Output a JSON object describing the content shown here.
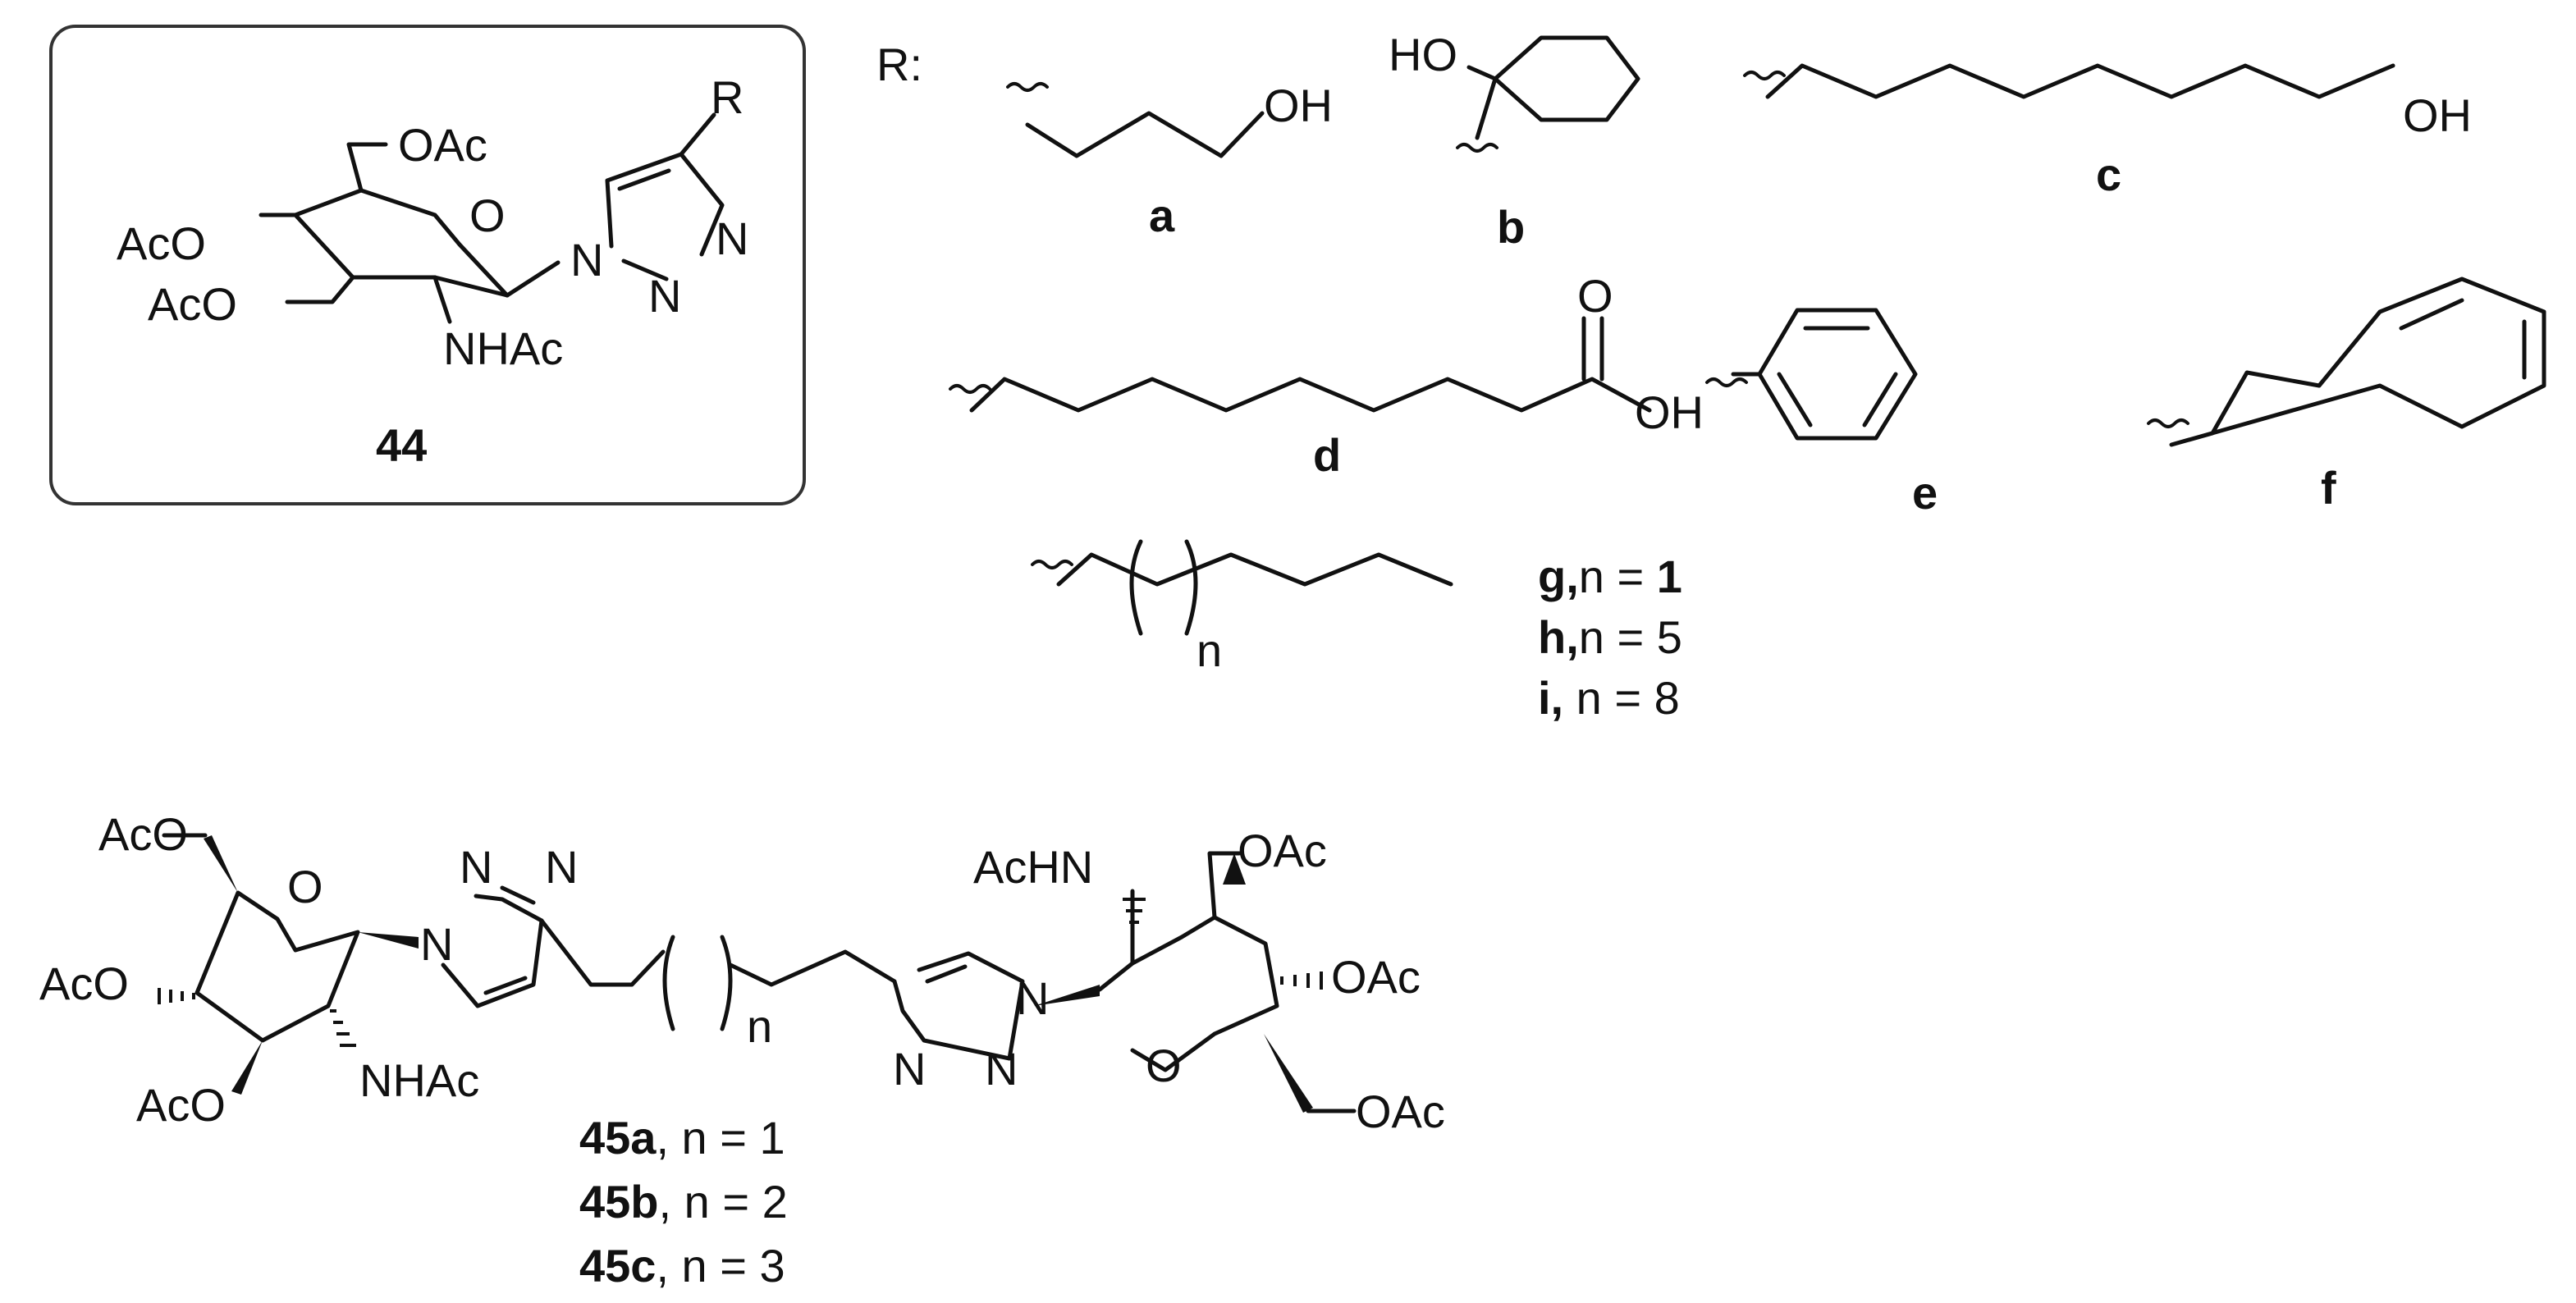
{
  "compound_44": {
    "id": "44",
    "substituent": "R",
    "groups": {
      "oac": "OAc",
      "nhac": "NHAc",
      "aco": "AcO",
      "o": "O",
      "n": "N"
    }
  },
  "r_groups": {
    "header": "R:",
    "a": {
      "label": "a",
      "terminal": "OH"
    },
    "b": {
      "label": "b",
      "terminal": "HO"
    },
    "c": {
      "label": "c",
      "terminal": "OH"
    },
    "d": {
      "label": "d",
      "carbonyl": "O",
      "terminal": "OH"
    },
    "e": {
      "label": "e"
    },
    "f": {
      "label": "f"
    },
    "ghi": {
      "subscript": "n",
      "rows": [
        {
          "label": "g,",
          "eq": "n = ",
          "value": "1"
        },
        {
          "label": "h,",
          "eq": "n = ",
          "value": "5"
        },
        {
          "label": "i,",
          "eq": " n = ",
          "value": "8"
        }
      ]
    }
  },
  "compound_45": {
    "subscript": "n",
    "groups": {
      "oac": "OAc",
      "aco": "AcO",
      "nhac": "NHAc",
      "achn": "AcHN",
      "o": "O",
      "n": "N"
    },
    "variants": [
      {
        "id": "45a",
        "text": ", n = 1"
      },
      {
        "id": "45b",
        "text": ", n = 2"
      },
      {
        "id": "45c",
        "text": ", n = 3"
      }
    ]
  }
}
